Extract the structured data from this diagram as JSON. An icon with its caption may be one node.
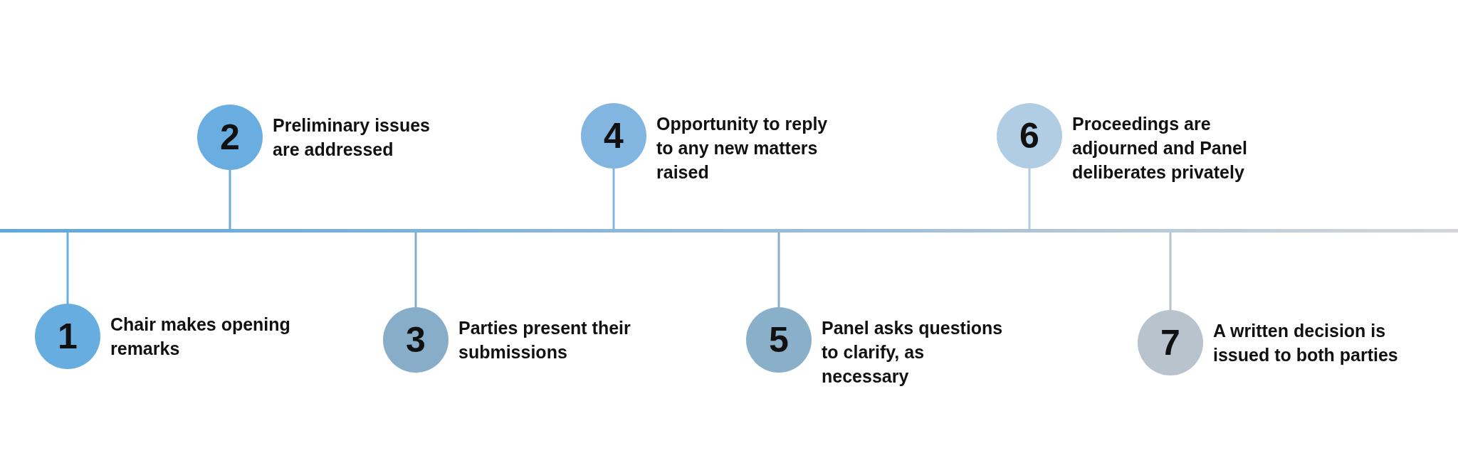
{
  "diagram": {
    "nodes": [
      {
        "text": [
          "1"
        ],
        "beside": [
          "Chair makes opening remarks"
        ]
      },
      {
        "text": [
          "2"
        ],
        "beside": [
          "Preliminary issues are addressed"
        ]
      },
      {
        "text": [
          "3"
        ],
        "beside": [
          "Parties present their submissions"
        ]
      },
      {
        "text": [
          "4"
        ],
        "beside": [
          "Opportunity to reply to any new matters raised"
        ]
      },
      {
        "text": [
          "5"
        ],
        "beside": [
          "Panel asks questions to clarify, as necessary"
        ]
      },
      {
        "text": [
          "6"
        ],
        "beside": [
          "Proceedings are adjourned and Panel deliberates privately"
        ]
      },
      {
        "text": [
          "7"
        ],
        "beside": [
          "A written decision is issued to both parties"
        ]
      }
    ]
  }
}
